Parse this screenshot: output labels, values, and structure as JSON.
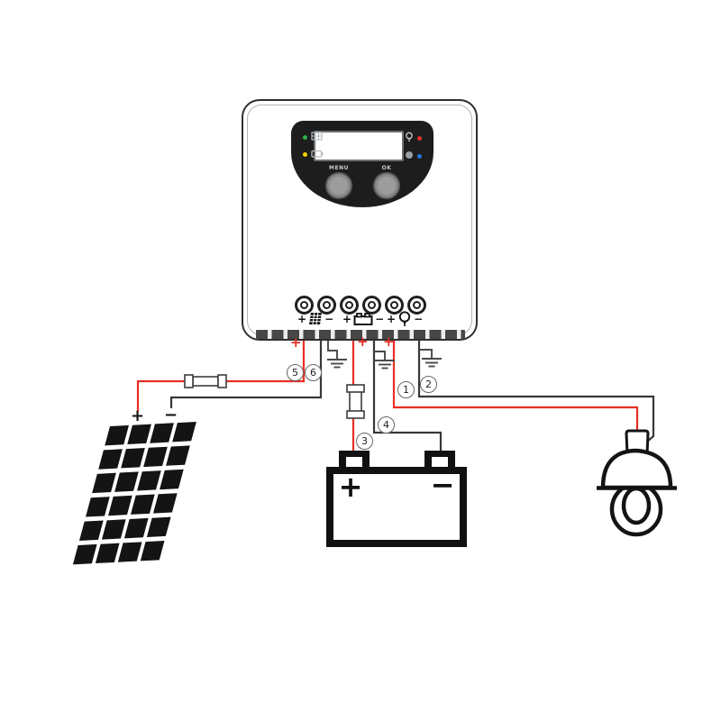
{
  "colors": {
    "wire_positive": "#e62e24",
    "wire_negative": "#383838",
    "led_green": "#2db34a",
    "led_yellow": "#f2cf00",
    "led_red": "#e8302a",
    "led_blue": "#2079e0"
  },
  "controller": {
    "menu_button_label": "MENU",
    "ok_button_label": "OK",
    "terminal_groups": [
      {
        "name": "solar",
        "plus": "+",
        "minus": "−"
      },
      {
        "name": "battery",
        "plus": "+",
        "minus": "−"
      },
      {
        "name": "load",
        "plus": "+",
        "minus": "−"
      }
    ]
  },
  "wires": {
    "plus_marks": {
      "solar": "+",
      "battery": "+",
      "load": "+"
    },
    "numbers": {
      "load_plus": "1",
      "load_minus": "2",
      "battery_plus": "3",
      "battery_minus": "4",
      "solar_plus": "5",
      "solar_minus": "6"
    }
  },
  "solar_panel": {
    "plus": "+",
    "minus": "−"
  },
  "battery": {
    "plus": "+",
    "minus": "−"
  }
}
